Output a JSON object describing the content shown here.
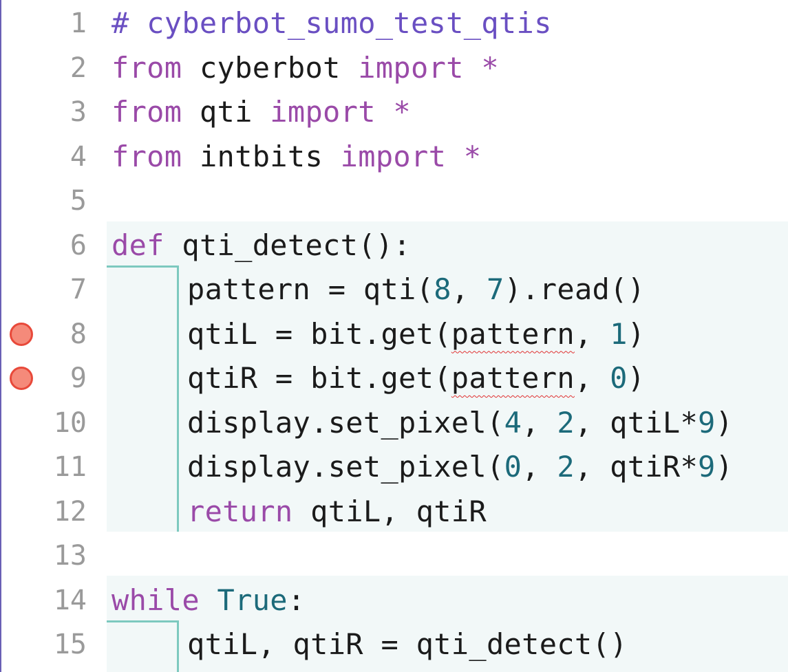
{
  "colors": {
    "comment": "#6a4fc2",
    "keyword": "#9a4aa8",
    "number": "#1c6a7a",
    "text": "#1b1b1b",
    "gutter": "#9a9a9a",
    "block_background": "#f2f8f8",
    "block_guide": "#7dc9bf",
    "breakpoint_fill": "#f58a7a",
    "breakpoint_stroke": "#e8493a"
  },
  "lines": [
    {
      "number": "1",
      "indent": 0,
      "breakpoint": false,
      "tokens": [
        {
          "t": "# cyberbot_sumo_test_qtis",
          "k": "comment"
        }
      ]
    },
    {
      "number": "2",
      "indent": 0,
      "breakpoint": false,
      "tokens": [
        {
          "t": "from",
          "k": "keyword"
        },
        {
          "t": " cyberbot ",
          "k": "plain"
        },
        {
          "t": "import",
          "k": "keyword"
        },
        {
          "t": " *",
          "k": "keyword"
        }
      ]
    },
    {
      "number": "3",
      "indent": 0,
      "breakpoint": false,
      "tokens": [
        {
          "t": "from",
          "k": "keyword"
        },
        {
          "t": " qti ",
          "k": "plain"
        },
        {
          "t": "import",
          "k": "keyword"
        },
        {
          "t": " *",
          "k": "keyword"
        }
      ]
    },
    {
      "number": "4",
      "indent": 0,
      "breakpoint": false,
      "tokens": [
        {
          "t": "from",
          "k": "keyword"
        },
        {
          "t": " intbits ",
          "k": "plain"
        },
        {
          "t": "import",
          "k": "keyword"
        },
        {
          "t": " *",
          "k": "keyword"
        }
      ]
    },
    {
      "number": "5",
      "indent": 0,
      "breakpoint": false,
      "tokens": []
    },
    {
      "number": "6",
      "indent": 0,
      "breakpoint": false,
      "tokens": [
        {
          "t": "def",
          "k": "keyword"
        },
        {
          "t": " qti_detect():",
          "k": "plain"
        }
      ]
    },
    {
      "number": "7",
      "indent": 1,
      "breakpoint": false,
      "tokens": [
        {
          "t": "pattern = qti(",
          "k": "plain"
        },
        {
          "t": "8",
          "k": "number"
        },
        {
          "t": ", ",
          "k": "plain"
        },
        {
          "t": "7",
          "k": "number"
        },
        {
          "t": ").read()",
          "k": "plain"
        }
      ]
    },
    {
      "number": "8",
      "indent": 1,
      "breakpoint": true,
      "tokens": [
        {
          "t": "qtiL = bit.get(",
          "k": "plain"
        },
        {
          "t": "pattern",
          "k": "squiggle"
        },
        {
          "t": ", ",
          "k": "plain"
        },
        {
          "t": "1",
          "k": "number"
        },
        {
          "t": ")",
          "k": "plain"
        }
      ]
    },
    {
      "number": "9",
      "indent": 1,
      "breakpoint": true,
      "tokens": [
        {
          "t": "qtiR = bit.get(",
          "k": "plain"
        },
        {
          "t": "pattern",
          "k": "squiggle"
        },
        {
          "t": ", ",
          "k": "plain"
        },
        {
          "t": "0",
          "k": "number"
        },
        {
          "t": ")",
          "k": "plain"
        }
      ]
    },
    {
      "number": "10",
      "indent": 1,
      "breakpoint": false,
      "tokens": [
        {
          "t": "display.set_pixel(",
          "k": "plain"
        },
        {
          "t": "4",
          "k": "number"
        },
        {
          "t": ", ",
          "k": "plain"
        },
        {
          "t": "2",
          "k": "number"
        },
        {
          "t": ", qtiL*",
          "k": "plain"
        },
        {
          "t": "9",
          "k": "number"
        },
        {
          "t": ")",
          "k": "plain"
        }
      ]
    },
    {
      "number": "11",
      "indent": 1,
      "breakpoint": false,
      "tokens": [
        {
          "t": "display.set_pixel(",
          "k": "plain"
        },
        {
          "t": "0",
          "k": "number"
        },
        {
          "t": ", ",
          "k": "plain"
        },
        {
          "t": "2",
          "k": "number"
        },
        {
          "t": ", qtiR*",
          "k": "plain"
        },
        {
          "t": "9",
          "k": "number"
        },
        {
          "t": ")",
          "k": "plain"
        }
      ]
    },
    {
      "number": "12",
      "indent": 1,
      "breakpoint": false,
      "tokens": [
        {
          "t": "return",
          "k": "keyword"
        },
        {
          "t": " qtiL, qtiR",
          "k": "plain"
        }
      ]
    },
    {
      "number": "13",
      "indent": 0,
      "breakpoint": false,
      "tokens": []
    },
    {
      "number": "14",
      "indent": 0,
      "breakpoint": false,
      "tokens": [
        {
          "t": "while",
          "k": "keyword"
        },
        {
          "t": " ",
          "k": "plain"
        },
        {
          "t": "True",
          "k": "const"
        },
        {
          "t": ":",
          "k": "plain"
        }
      ]
    },
    {
      "number": "15",
      "indent": 1,
      "breakpoint": false,
      "tokens": [
        {
          "t": "qtiL, qtiR = qti_detect()",
          "k": "plain"
        }
      ]
    }
  ]
}
